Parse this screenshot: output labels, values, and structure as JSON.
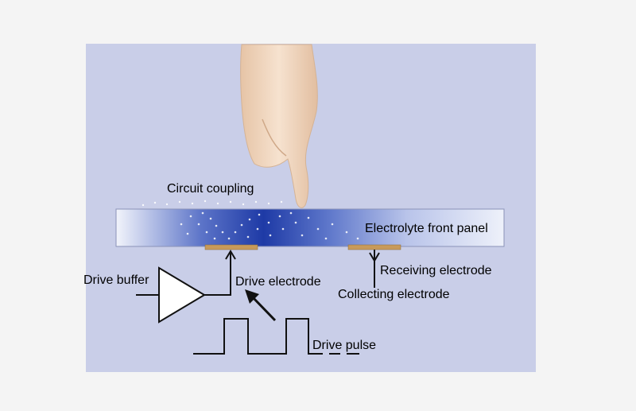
{
  "labels": {
    "circuit_coupling": "Circuit coupling",
    "electrolyte_front_panel": "Electrolyte front panel",
    "receiving_electrode": "Receiving electrode",
    "drive_buffer": "Drive buffer",
    "drive_electrode": "Drive electrode",
    "collecting_electrode": "Collecting electrode",
    "drive_pulse": "Drive pulse"
  },
  "colors": {
    "background": "#c9cee8",
    "page": "#f4f4f4",
    "panel_dark": "#1e3aa6",
    "panel_light": "#f2f4fb",
    "electrode": "#c89a5a",
    "skin": "#f0d6bc"
  }
}
